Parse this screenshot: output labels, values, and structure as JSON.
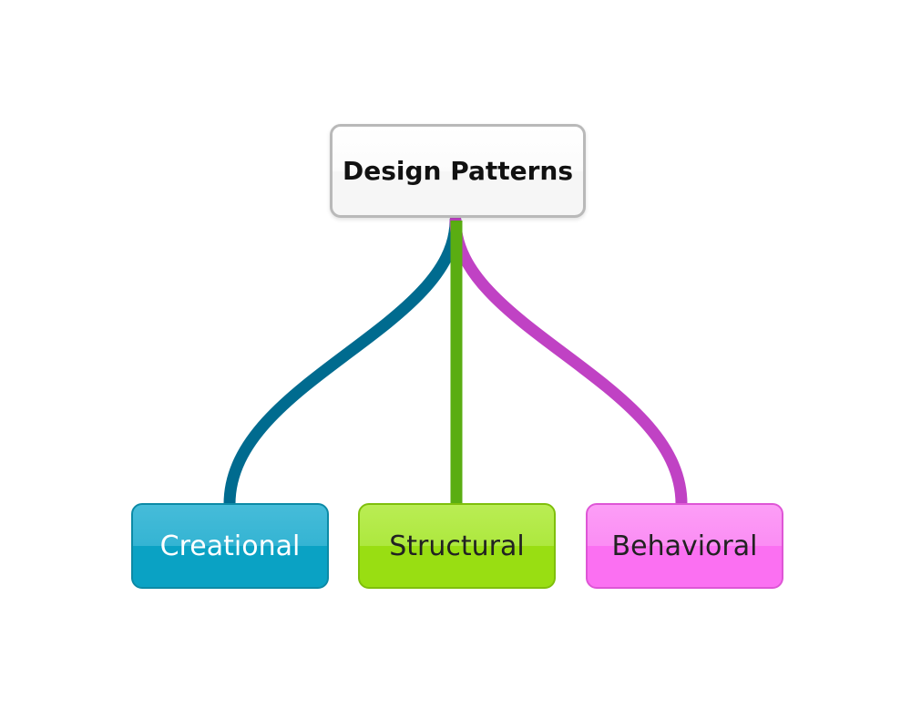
{
  "root": {
    "label": "Design Patterns"
  },
  "children": [
    {
      "label": "Creational",
      "color": "#006b8f"
    },
    {
      "label": "Structural",
      "color": "#5aad12"
    },
    {
      "label": "Behavioral",
      "color": "#c042c4"
    }
  ]
}
